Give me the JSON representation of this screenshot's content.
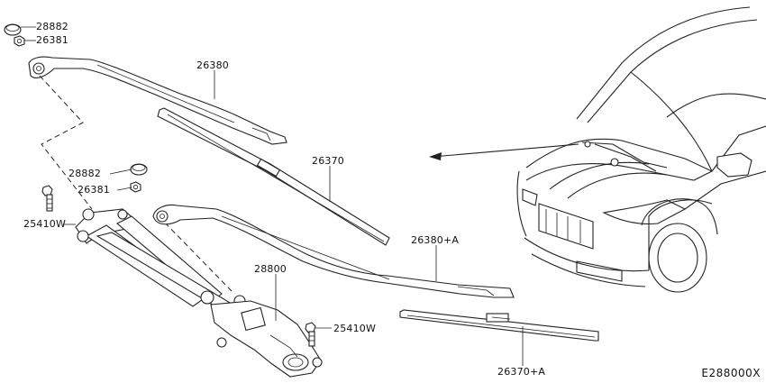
{
  "labels": {
    "cap_top": "28882",
    "nut_top": "26381",
    "arm_left": "26380",
    "blade_left": "26370",
    "cap_mid": "28882",
    "nut_mid": "26381",
    "bolt_left": "25410W",
    "arm_right": "26380+A",
    "motor": "28800",
    "bolt_right": "25410W",
    "blade_right": "26370+A"
  },
  "diagram_code": "E288000X"
}
